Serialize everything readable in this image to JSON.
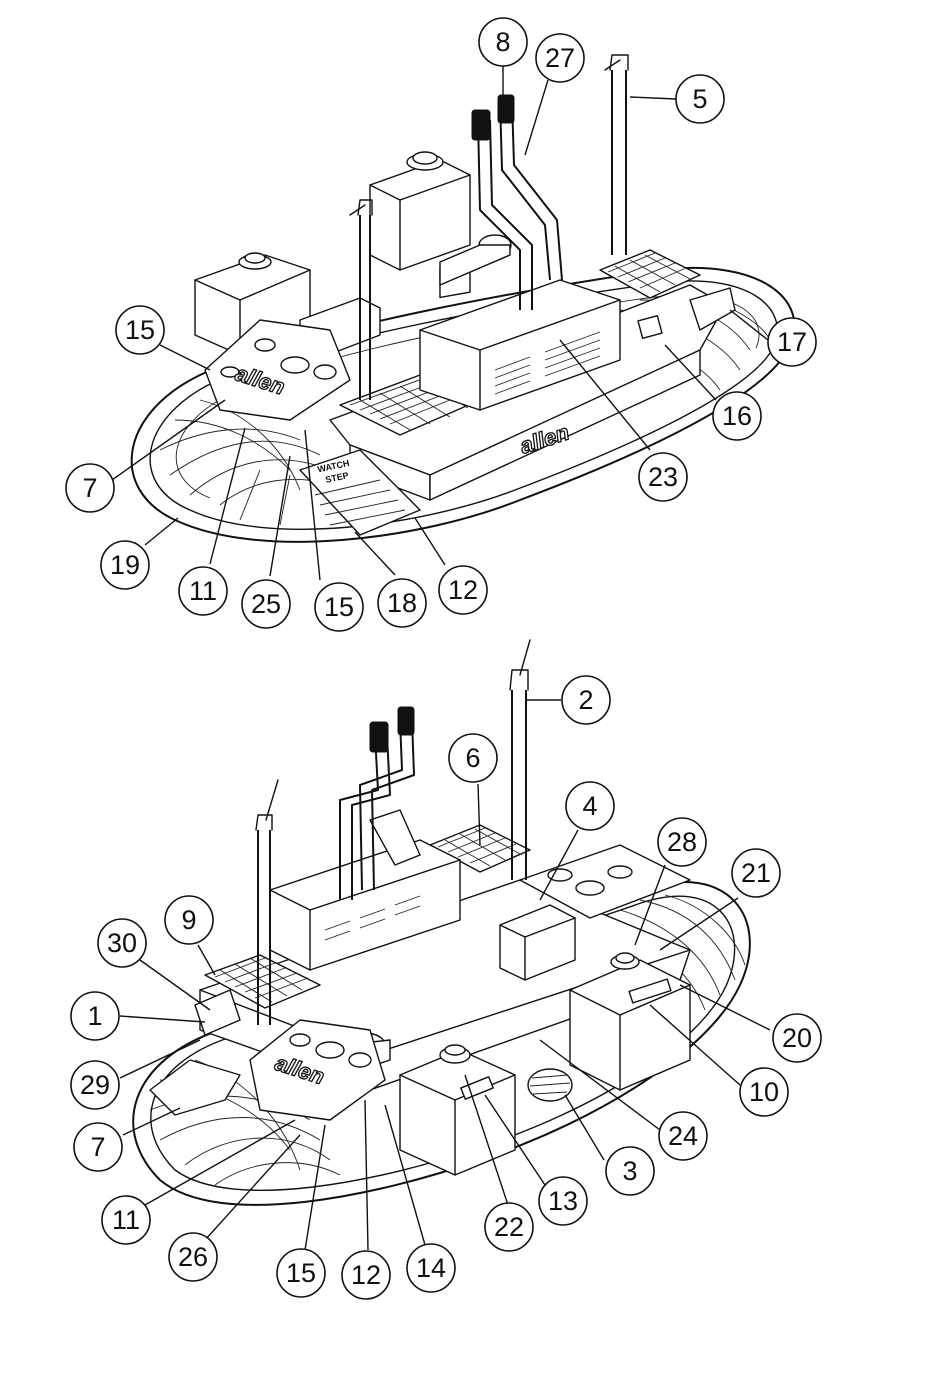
{
  "diagram": {
    "brand_mark": "allen",
    "decal_text": [
      "WATCH",
      "STEP"
    ],
    "top_view_callouts": [
      {
        "label": "8"
      },
      {
        "label": "27"
      },
      {
        "label": "5"
      },
      {
        "label": "15"
      },
      {
        "label": "17"
      },
      {
        "label": "16"
      },
      {
        "label": "7"
      },
      {
        "label": "23"
      },
      {
        "label": "19"
      },
      {
        "label": "11"
      },
      {
        "label": "25"
      },
      {
        "label": "15"
      },
      {
        "label": "18"
      },
      {
        "label": "12"
      }
    ],
    "bottom_view_callouts": [
      {
        "label": "2"
      },
      {
        "label": "6"
      },
      {
        "label": "4"
      },
      {
        "label": "28"
      },
      {
        "label": "21"
      },
      {
        "label": "9"
      },
      {
        "label": "30"
      },
      {
        "label": "1"
      },
      {
        "label": "20"
      },
      {
        "label": "29"
      },
      {
        "label": "10"
      },
      {
        "label": "7"
      },
      {
        "label": "24"
      },
      {
        "label": "3"
      },
      {
        "label": "11"
      },
      {
        "label": "13"
      },
      {
        "label": "22"
      },
      {
        "label": "26"
      },
      {
        "label": "14"
      },
      {
        "label": "15"
      },
      {
        "label": "12"
      }
    ]
  }
}
